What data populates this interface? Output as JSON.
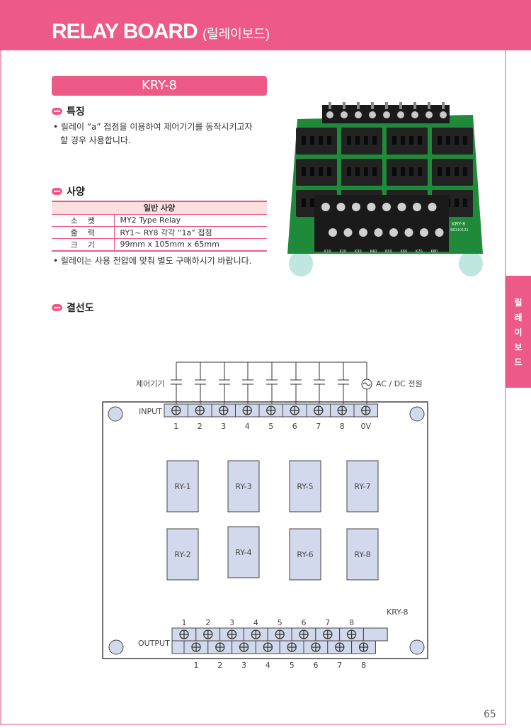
{
  "header": {
    "title": "RELAY BOARD",
    "title_ko": "(릴레이보드)"
  },
  "side_tab": {
    "chars": [
      "릴",
      "레",
      "이",
      "보",
      "드"
    ]
  },
  "model": "KRY-8",
  "features": {
    "heading": "특징",
    "text_line1": "• 릴레이 “a” 접점을 이용하여 제어기기를 동작시키고자",
    "text_line2": "할 경우 사용합니다."
  },
  "specs": {
    "heading": "사양",
    "table_header": "일반 사양",
    "rows": [
      {
        "key": "소켓",
        "value": "MY2 Type  Relay"
      },
      {
        "key": "출력",
        "value": "RY1~ RY8  각각  “1a” 접점"
      },
      {
        "key": "크기",
        "value": "99mm x 105mm x 65mm"
      }
    ],
    "note": "• 릴레이는 사용 전압에 맞춰 별도 구매하시기 바랍니다."
  },
  "photo": {
    "board_label": "KRY-8",
    "board_code": "SB110121",
    "terminal_labels": [
      "K10",
      "K20",
      "K30",
      "K40",
      "K50",
      "K60",
      "K70",
      "K80"
    ]
  },
  "wiring": {
    "heading": "결선도",
    "control_label": "제어기기",
    "power_label": "AC / DC 전원",
    "input_label": "INPUT",
    "output_label": "OUTPUT",
    "input_numbers": [
      "1",
      "2",
      "3",
      "4",
      "5",
      "6",
      "7",
      "8",
      "0V"
    ],
    "output_numbers": [
      "1",
      "2",
      "3",
      "4",
      "5",
      "6",
      "7",
      "8"
    ],
    "relays": [
      "RY-1",
      "RY-3",
      "RY-5",
      "RY-7",
      "RY-2",
      "RY-4",
      "RY-6",
      "RY-8"
    ],
    "board_model": "KRY-8"
  },
  "page_number": "65",
  "colors": {
    "accent": "#ee5a87",
    "terminal": "#d3d9ec",
    "pcb": "#1f8a3a"
  }
}
